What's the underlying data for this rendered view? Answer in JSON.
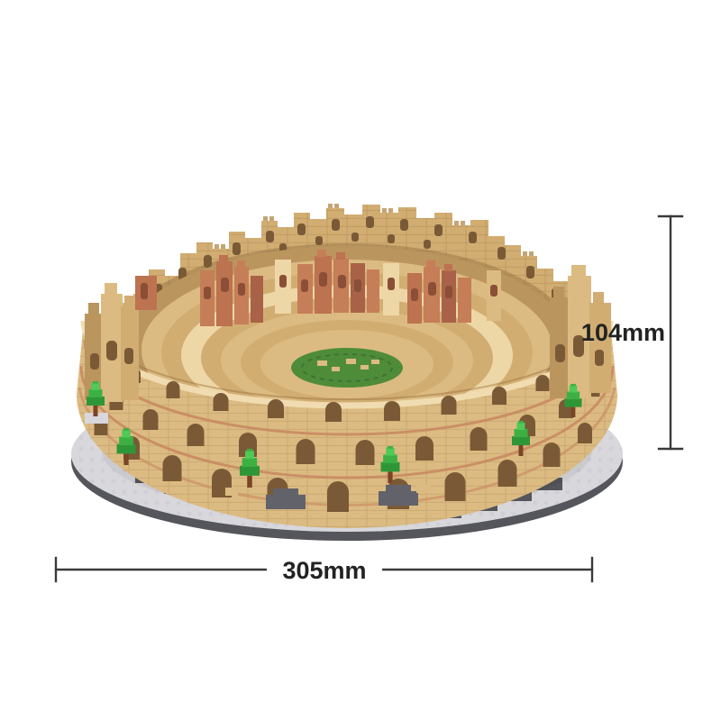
{
  "product_image": {
    "subject": "colosseum-micro-brick-model"
  },
  "annotations": {
    "height_label": "104mm",
    "width_label": "305mm"
  },
  "colors": {
    "bg": "#ffffff",
    "brick_tan": "#dcbb82",
    "brick_tan_light": "#eed7a6",
    "brick_tan_mid": "#d2ad72",
    "brick_tan_dark": "#bb955e",
    "arch_shadow": "#7a5a36",
    "cornice": "#f0dcb0",
    "stripe_red": "#c8875f",
    "terracotta": "#c67e58",
    "terracotta_mid": "#bd7250",
    "terracotta_dark": "#a96248",
    "ruin_hole": "#8a4f36",
    "arena_green": "#4f8c3a",
    "arena_green_dark": "#3e7330",
    "tree_green": "#3cb043",
    "tree_green_dark": "#2f9638",
    "tree_green_light": "#4fc957",
    "trunk_brown": "#7a4526",
    "base_gray": "#d7d7dc",
    "base_gray_light": "#e9e9ee",
    "base_gray_dark": "#55555c",
    "step_gray": "#62626b",
    "stud_gray": "#c9c9d1",
    "dim_line": "#3a3a3a",
    "dim_text": "#222222"
  }
}
